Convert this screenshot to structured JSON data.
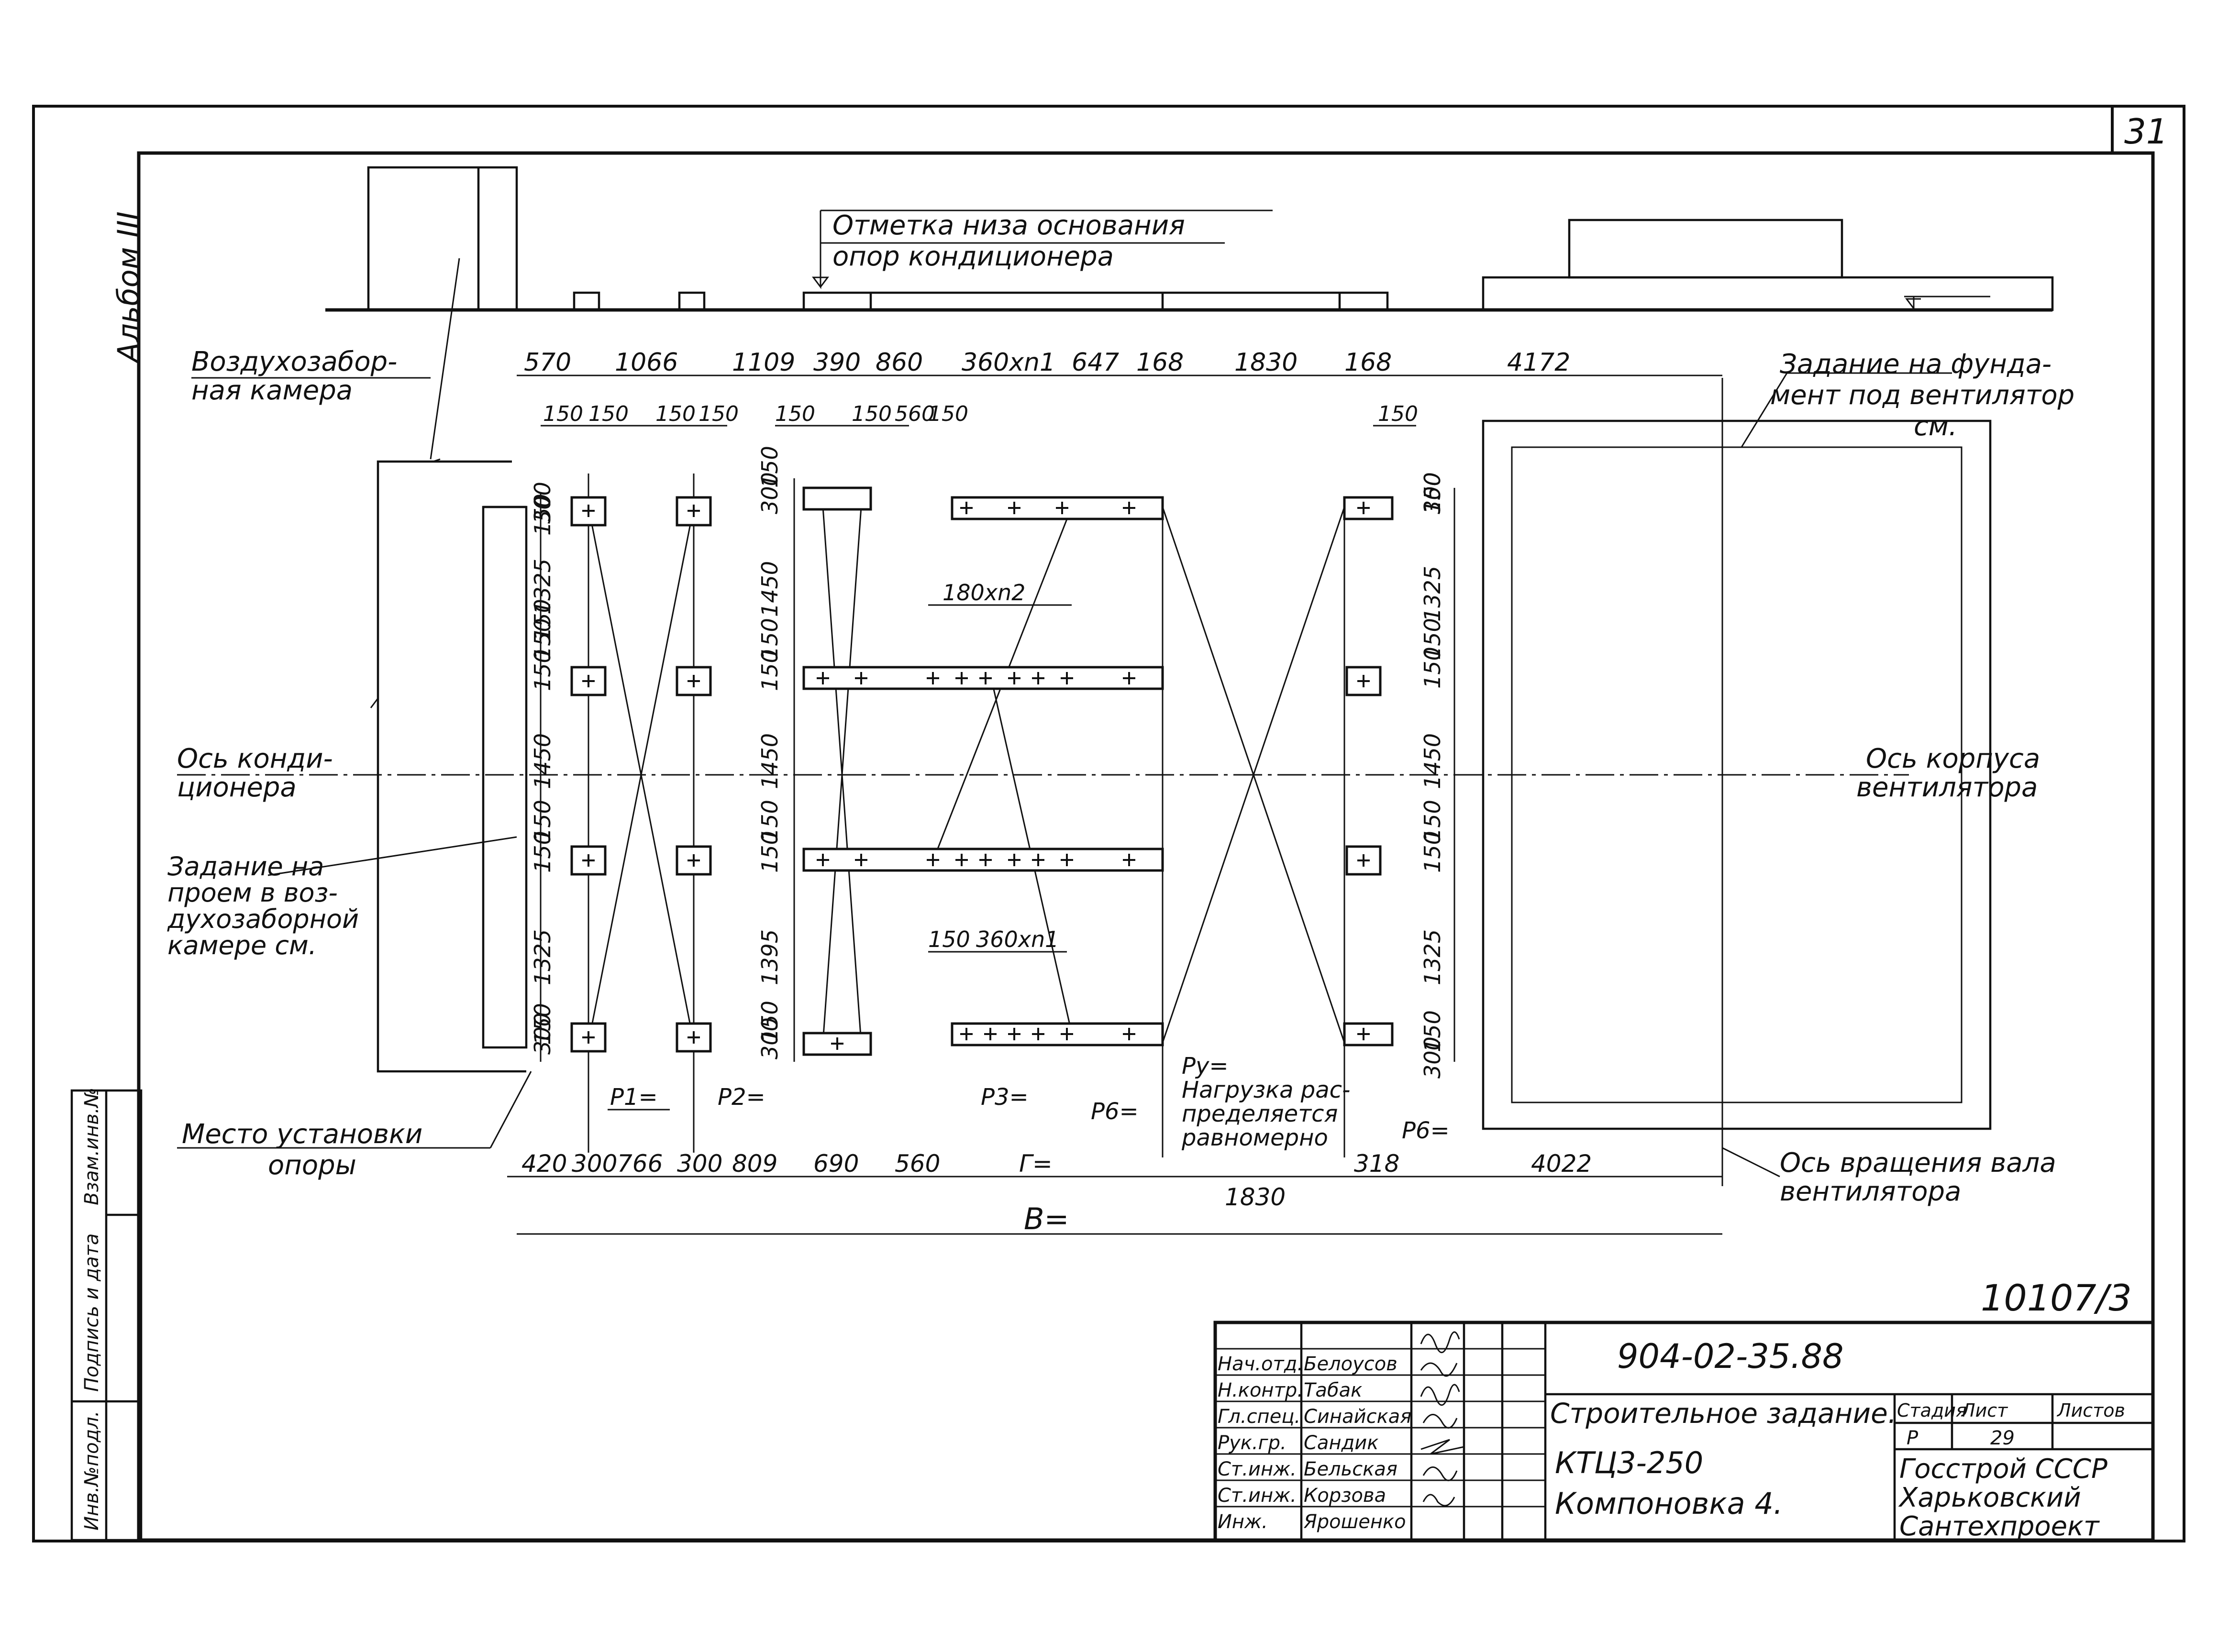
{
  "sheet": {
    "number": "31",
    "archive_no": "10107/3",
    "album": "Альбом III"
  },
  "labels": {
    "foundation_mark_1": "Отметка низа основания",
    "foundation_mark_2": "опор кондиционера",
    "air_intake_1": "Воздухозабор-",
    "air_intake_2": "ная камера",
    "fan_foundation_1": "Задание на фунда-",
    "fan_foundation_2": "мент под вентилятор",
    "fan_foundation_3": "см.",
    "ac_axis_1": "Ось конди-",
    "ac_axis_2": "ционера",
    "fan_body_axis_1": "Ось корпуса",
    "fan_body_axis_2": "вентилятора",
    "opening_1": "Задание на",
    "opening_2": "проем в воз-",
    "opening_3": "духозаборной",
    "opening_4": "камере см.",
    "support_place_1": "Место установки",
    "support_place_2": "опоры",
    "shaft_axis_1": "Ось вращения вала",
    "shaft_axis_2": "вентилятора",
    "load_1": "Рy=",
    "load_2": "Нагрузка рас-",
    "load_3": "пределяется",
    "load_4": "равномерно",
    "p1": "Р1=",
    "p2": "Р2=",
    "p3": "Р3=",
    "p6": "Р6=",
    "p6b": "Р6="
  },
  "dims_top": [
    "570",
    "1066",
    "1109",
    "390",
    "860",
    "360хn1",
    "647",
    "168",
    "1830",
    "168",
    "4172"
  ],
  "dims_sub": [
    "150",
    "150",
    "150",
    "150",
    "150",
    "150",
    "560",
    "150",
    "150"
  ],
  "dims_bottom": [
    "420",
    "300",
    "766",
    "300",
    "809",
    "690",
    "560",
    "Г=",
    "1830",
    "318",
    "4022"
  ],
  "dim_total": "В=",
  "dims_left": [
    "300",
    "1325",
    "150",
    "150",
    "1450",
    "150",
    "150",
    "1325",
    "300",
    "150",
    "150",
    "150"
  ],
  "dims_mid": [
    "300",
    "1450",
    "150",
    "150",
    "1450",
    "150",
    "150",
    "1395",
    "300",
    "150",
    "150"
  ],
  "dims_right": [
    "150",
    "300",
    "1325",
    "150",
    "150",
    "1450",
    "150",
    "150",
    "1325",
    "150",
    "300"
  ],
  "dims_inner": {
    "a": "180хn2",
    "b": "150",
    "c": "360хn1"
  },
  "side_stamp": [
    "Инв.№подл.",
    "Подпись и дата",
    "Взам.инв.№"
  ],
  "title_block": {
    "roles": [
      "Нач.отд.",
      "Н.контр.",
      "Гл.спец.",
      "Рук.гр.",
      "Ст.инж.",
      "Ст.инж.",
      "Инж."
    ],
    "names": [
      "Белоусов",
      "Табак",
      "Синайская",
      "Сандик",
      "Бельская",
      "Корзова",
      "Ярошенко"
    ],
    "doc_code": "904-02-35.88",
    "title_1": "Строительное задание.",
    "title_2": "КТЦ3-250",
    "title_3": "Компоновка 4.",
    "stage_hdr": "Стадия",
    "sheet_hdr": "Лист",
    "sheets_hdr": "Листов",
    "stage": "Р",
    "sheet": "29",
    "org_1": "Госстрой СССР",
    "org_2": "Харьковский",
    "org_3": "Сантехпроект"
  }
}
